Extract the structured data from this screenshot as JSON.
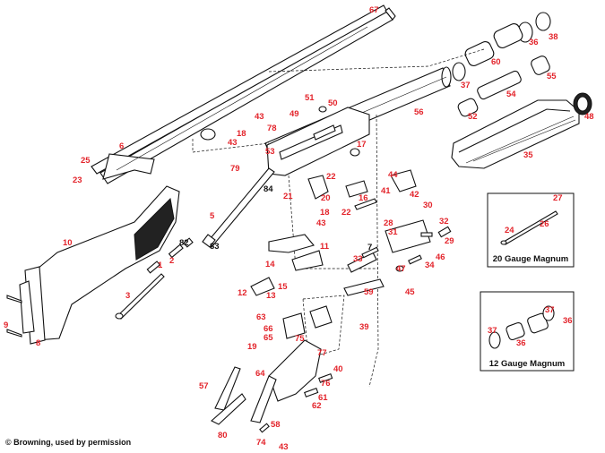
{
  "credit": "© Browning, used by permission",
  "boxes": {
    "gauge20": "20 Gauge Magnum",
    "gauge12": "12 Gauge Magnum"
  },
  "labels": [
    {
      "text": "67",
      "color": "red"
    },
    {
      "text": "36",
      "color": "red"
    },
    {
      "text": "38",
      "color": "red"
    },
    {
      "text": "60",
      "color": "red"
    },
    {
      "text": "55",
      "color": "red"
    },
    {
      "text": "37",
      "color": "red"
    },
    {
      "text": "54",
      "color": "red"
    },
    {
      "text": "53",
      "color": "red"
    },
    {
      "text": "51",
      "color": "red"
    },
    {
      "text": "50",
      "color": "red"
    },
    {
      "text": "49",
      "color": "red"
    },
    {
      "text": "56",
      "color": "red"
    },
    {
      "text": "52",
      "color": "red"
    },
    {
      "text": "48",
      "color": "red"
    },
    {
      "text": "43",
      "color": "red"
    },
    {
      "text": "78",
      "color": "red"
    },
    {
      "text": "18",
      "color": "red"
    },
    {
      "text": "6",
      "color": "red"
    },
    {
      "text": "43",
      "color": "red"
    },
    {
      "text": "17",
      "color": "red"
    },
    {
      "text": "35",
      "color": "red"
    },
    {
      "text": "79",
      "color": "red"
    },
    {
      "text": "25",
      "color": "red"
    },
    {
      "text": "22",
      "color": "red"
    },
    {
      "text": "84",
      "color": "black"
    },
    {
      "text": "44",
      "color": "red"
    },
    {
      "text": "23",
      "color": "red"
    },
    {
      "text": "41",
      "color": "red"
    },
    {
      "text": "16",
      "color": "red"
    },
    {
      "text": "20",
      "color": "red"
    },
    {
      "text": "21",
      "color": "red"
    },
    {
      "text": "42",
      "color": "red"
    },
    {
      "text": "30",
      "color": "red"
    },
    {
      "text": "27",
      "color": "red"
    },
    {
      "text": "18",
      "color": "red"
    },
    {
      "text": "22",
      "color": "red"
    },
    {
      "text": "43",
      "color": "red"
    },
    {
      "text": "28",
      "color": "red"
    },
    {
      "text": "32",
      "color": "red"
    },
    {
      "text": "5",
      "color": "red"
    },
    {
      "text": "26",
      "color": "red"
    },
    {
      "text": "31",
      "color": "red"
    },
    {
      "text": "24",
      "color": "red"
    },
    {
      "text": "10",
      "color": "red"
    },
    {
      "text": "82",
      "color": "black"
    },
    {
      "text": "11",
      "color": "red"
    },
    {
      "text": "7",
      "color": "black"
    },
    {
      "text": "29",
      "color": "red"
    },
    {
      "text": "83",
      "color": "black"
    },
    {
      "text": "46",
      "color": "red"
    },
    {
      "text": "33",
      "color": "red"
    },
    {
      "text": "14",
      "color": "red"
    },
    {
      "text": "34",
      "color": "red"
    },
    {
      "text": "1",
      "color": "red"
    },
    {
      "text": "47",
      "color": "red"
    },
    {
      "text": "2",
      "color": "red"
    },
    {
      "text": "15",
      "color": "red"
    },
    {
      "text": "59",
      "color": "red"
    },
    {
      "text": "45",
      "color": "red"
    },
    {
      "text": "12",
      "color": "red"
    },
    {
      "text": "13",
      "color": "red"
    },
    {
      "text": "3",
      "color": "red"
    },
    {
      "text": "37",
      "color": "red"
    },
    {
      "text": "63",
      "color": "red"
    },
    {
      "text": "39",
      "color": "red"
    },
    {
      "text": "36",
      "color": "red"
    },
    {
      "text": "66",
      "color": "red"
    },
    {
      "text": "37",
      "color": "red"
    },
    {
      "text": "9",
      "color": "red"
    },
    {
      "text": "65",
      "color": "red"
    },
    {
      "text": "75",
      "color": "red"
    },
    {
      "text": "36",
      "color": "red"
    },
    {
      "text": "8",
      "color": "red"
    },
    {
      "text": "77",
      "color": "red"
    },
    {
      "text": "19",
      "color": "red"
    },
    {
      "text": "40",
      "color": "red"
    },
    {
      "text": "64",
      "color": "red"
    },
    {
      "text": "76",
      "color": "red"
    },
    {
      "text": "57",
      "color": "red"
    },
    {
      "text": "61",
      "color": "red"
    },
    {
      "text": "62",
      "color": "red"
    },
    {
      "text": "58",
      "color": "red"
    },
    {
      "text": "80",
      "color": "red"
    },
    {
      "text": "74",
      "color": "red"
    },
    {
      "text": "43",
      "color": "red"
    }
  ]
}
